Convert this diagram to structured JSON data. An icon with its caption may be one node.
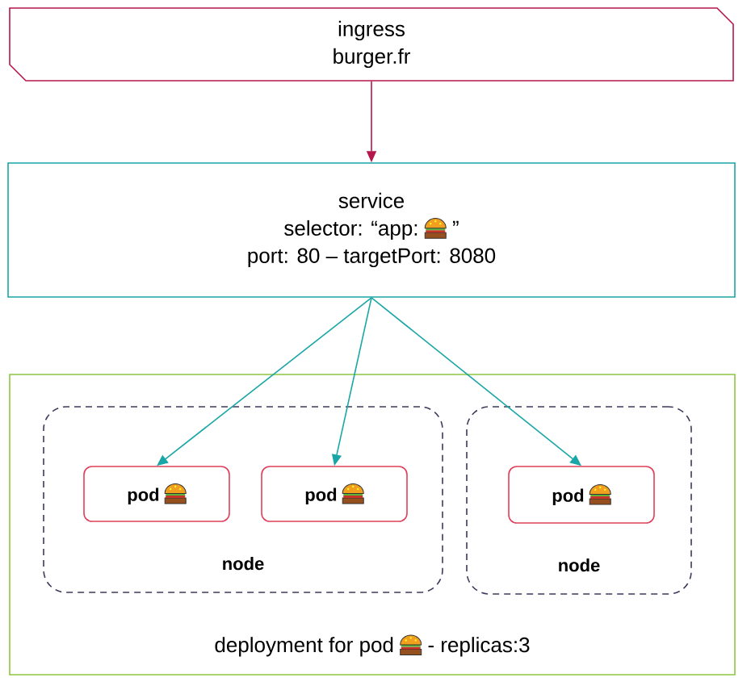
{
  "diagram": {
    "nodes": [
      {
        "text": [
          "ingress",
          "burger.fr"
        ]
      },
      {
        "text": [
          "service",
          "selector: “app:",
          "”",
          "port: 80 – targetPort: 8080"
        ]
      },
      {
        "text": [
          "deployment for pod",
          "- replicas:3"
        ]
      },
      {
        "text": [
          "node"
        ],
        "in": 2
      },
      {
        "text": [
          "pod"
        ],
        "in": 3
      },
      {
        "text": [
          "pod"
        ],
        "in": 3
      },
      {
        "text": [
          "node"
        ],
        "in": 2
      },
      {
        "text": [
          "pod"
        ],
        "in": 6
      }
    ],
    "edges": [
      {
        "from": 0,
        "to": 1,
        "arrow": "to",
        "color": "#b5174b"
      },
      {
        "from": 1,
        "to": 4,
        "arrow": "to"
      },
      {
        "from": 1,
        "to": 5,
        "arrow": "to"
      },
      {
        "from": 1,
        "to": 7,
        "arrow": "to"
      }
    ]
  }
}
